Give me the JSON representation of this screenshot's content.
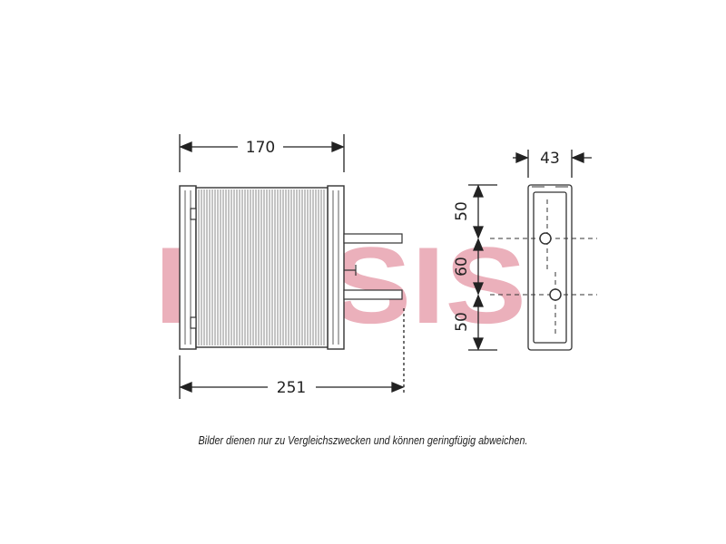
{
  "watermark": {
    "text": "DASIS",
    "color": "#e8a3b0"
  },
  "dimensions": {
    "core_width": "170",
    "overall_length": "251",
    "depth": "43",
    "height_top": "50",
    "pipe_spacing": "60",
    "height_bottom": "50"
  },
  "caption": "Bilder dienen nur zu Vergleichszwecken und können geringfügig abweichen."
}
